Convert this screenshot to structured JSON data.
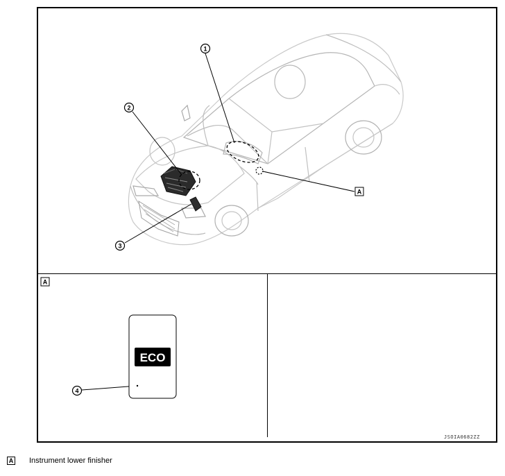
{
  "callouts": {
    "c1": "1",
    "c2": "2",
    "c3": "3",
    "c4": "4",
    "view_a": "A"
  },
  "detail": {
    "section_label": "A",
    "switch_text": "ECO"
  },
  "picture_code": "JSOIA0682ZZ",
  "legend": {
    "marker": "A",
    "text": "Instrument lower finisher"
  }
}
